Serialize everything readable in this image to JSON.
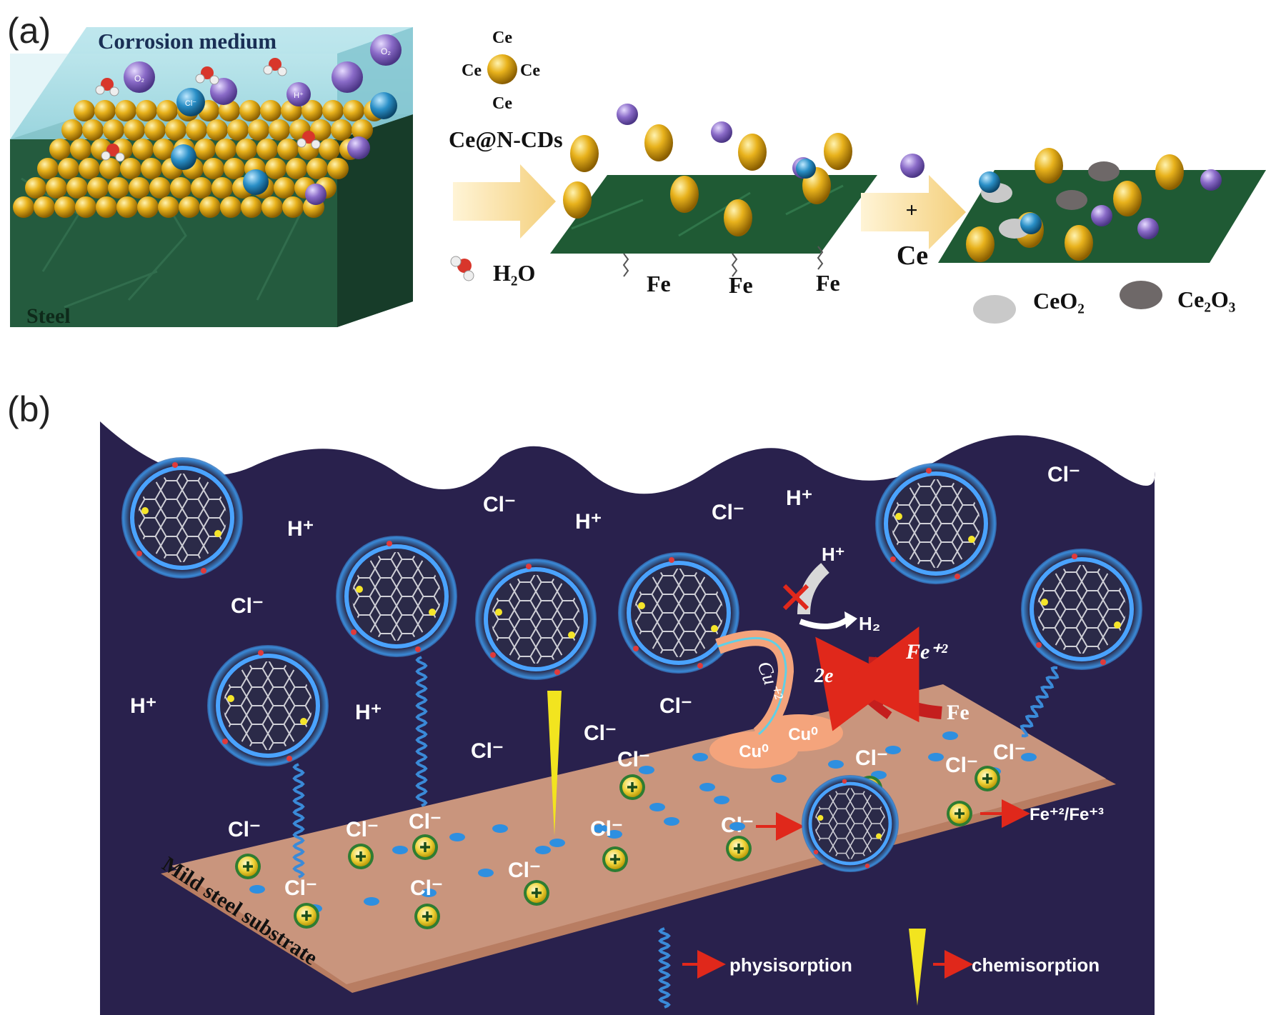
{
  "panel_a": {
    "label": "(a)",
    "corrosion_medium_label": "Corrosion medium",
    "steel_label": "Steel",
    "ce_word": "Ce",
    "cd_label": "Ce@N-CDs",
    "water_label": "H₂O",
    "fe_label": "Fe",
    "plus": "+",
    "ce_reactant": "Ce",
    "ceo2_label": "CeO₂",
    "ce2o3_label": "Ce₂O₃",
    "ion_o2": "O₂",
    "ion_cl": "Cl⁻",
    "ion_h": "H⁺"
  },
  "panel_b": {
    "label": "(b)",
    "cl": "Cl⁻",
    "h_plus": "H⁺",
    "h2": "H₂",
    "two_e": "2e",
    "fe2_plus": "Fe⁺²",
    "fe": "Fe",
    "cu2_plus": "Cu⁺²",
    "cu0": "Cu⁰",
    "substrate_label": "Mild steel substrate",
    "legend_ion": "Fe⁺²/Fe⁺³",
    "legend_physisorption": "physisorption",
    "legend_chemisorption": "chemisorption"
  },
  "colors": {
    "gold": "#e3ad17",
    "blue_ion": "#2a8fc7",
    "purple_ion": "#8a6bc8",
    "steel_green": "#1f4f36",
    "medium_cyan": "#a9dde6",
    "navy_bg": "#29214d",
    "substrate": "#c9957d",
    "arrow_yellow": "#f6d68a",
    "red": "#e0281b"
  }
}
